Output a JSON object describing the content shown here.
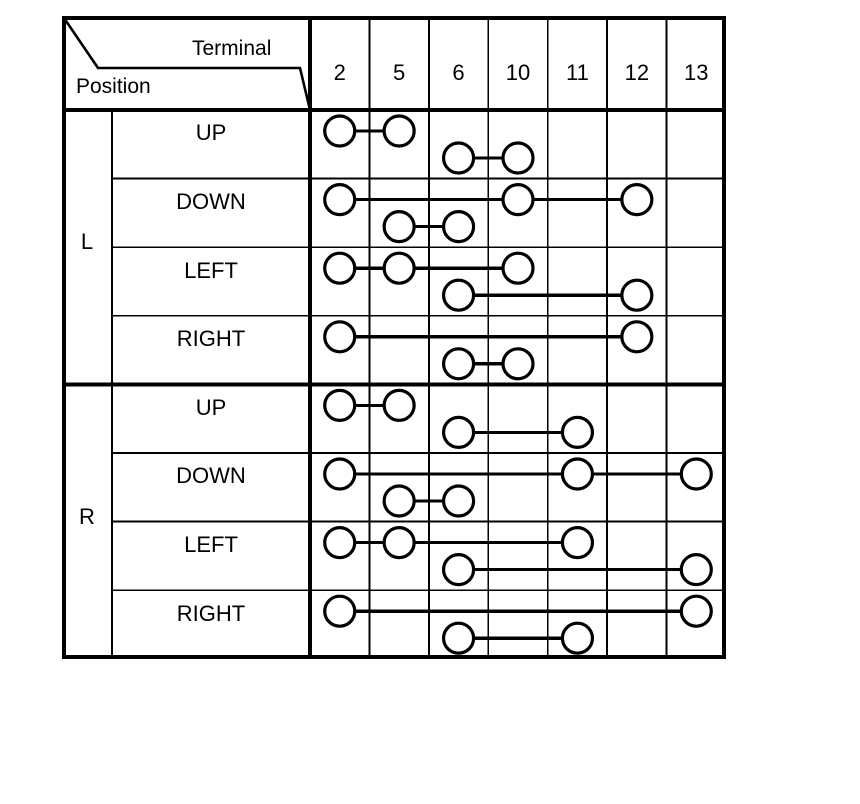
{
  "diagram": {
    "title_row_label": "Terminal",
    "title_col_label": "Position",
    "terminals": [
      "2",
      "5",
      "6",
      "10",
      "11",
      "12",
      "13"
    ],
    "groups": [
      {
        "letter": "L",
        "rows": [
          {
            "position": "UP",
            "connections": [
              {
                "level": "upper",
                "terminals": [
                  "2",
                  "5"
                ]
              },
              {
                "level": "lower",
                "terminals": [
                  "6",
                  "10"
                ]
              }
            ]
          },
          {
            "position": "DOWN",
            "connections": [
              {
                "level": "upper",
                "terminals": [
                  "2",
                  "10",
                  "12"
                ]
              },
              {
                "level": "lower",
                "terminals": [
                  "5",
                  "6"
                ]
              }
            ]
          },
          {
            "position": "LEFT",
            "connections": [
              {
                "level": "upper",
                "terminals": [
                  "2",
                  "5",
                  "10"
                ]
              },
              {
                "level": "lower",
                "terminals": [
                  "6",
                  "12"
                ]
              }
            ]
          },
          {
            "position": "RIGHT",
            "connections": [
              {
                "level": "upper",
                "terminals": [
                  "2",
                  "12"
                ]
              },
              {
                "level": "lower",
                "terminals": [
                  "6",
                  "10"
                ]
              }
            ]
          }
        ]
      },
      {
        "letter": "R",
        "rows": [
          {
            "position": "UP",
            "connections": [
              {
                "level": "upper",
                "terminals": [
                  "2",
                  "5"
                ]
              },
              {
                "level": "lower",
                "terminals": [
                  "6",
                  "11"
                ]
              }
            ]
          },
          {
            "position": "DOWN",
            "connections": [
              {
                "level": "upper",
                "terminals": [
                  "2",
                  "11",
                  "13"
                ]
              },
              {
                "level": "lower",
                "terminals": [
                  "5",
                  "6"
                ]
              }
            ]
          },
          {
            "position": "LEFT",
            "connections": [
              {
                "level": "upper",
                "terminals": [
                  "2",
                  "5",
                  "11"
                ]
              },
              {
                "level": "lower",
                "terminals": [
                  "6",
                  "13"
                ]
              }
            ]
          },
          {
            "position": "RIGHT",
            "connections": [
              {
                "level": "upper",
                "terminals": [
                  "2",
                  "13"
                ]
              },
              {
                "level": "lower",
                "terminals": [
                  "6",
                  "11"
                ]
              }
            ]
          }
        ]
      }
    ],
    "colors": {
      "line": "#000000",
      "background": "#ffffff",
      "text": "#000000"
    }
  }
}
